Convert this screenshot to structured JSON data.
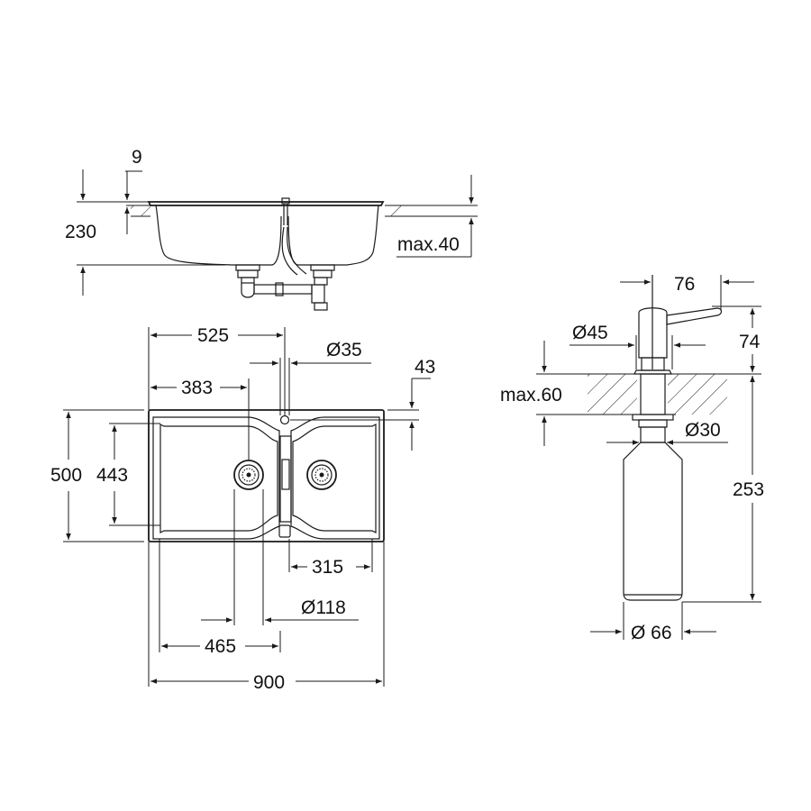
{
  "drawing": {
    "line_color": "#1a1a1a",
    "background": "#ffffff",
    "side_view": {
      "dim_rim_thickness": "9",
      "dim_depth": "230",
      "dim_counter_thickness": "max.40"
    },
    "top_view": {
      "dim_tap_hole_offset": "525",
      "dim_tap_hole_diameter": "Ø35",
      "dim_left_drain_offset": "383",
      "dim_tap_hole_from_edge": "43",
      "dim_overall_depth": "500",
      "dim_bowl_depth": "443",
      "dim_right_bowl_width": "315",
      "dim_drain_diameter": "Ø118",
      "dim_left_bowl_width": "465",
      "dim_overall_width": "900"
    },
    "dispenser": {
      "dim_spout_reach": "76",
      "dim_head_diameter": "Ø45",
      "dim_head_height": "74",
      "dim_max_counter": "max.60",
      "dim_shank_diameter": "Ø30",
      "dim_total_below": "253",
      "dim_bottle_diameter": "Ø 66"
    }
  }
}
